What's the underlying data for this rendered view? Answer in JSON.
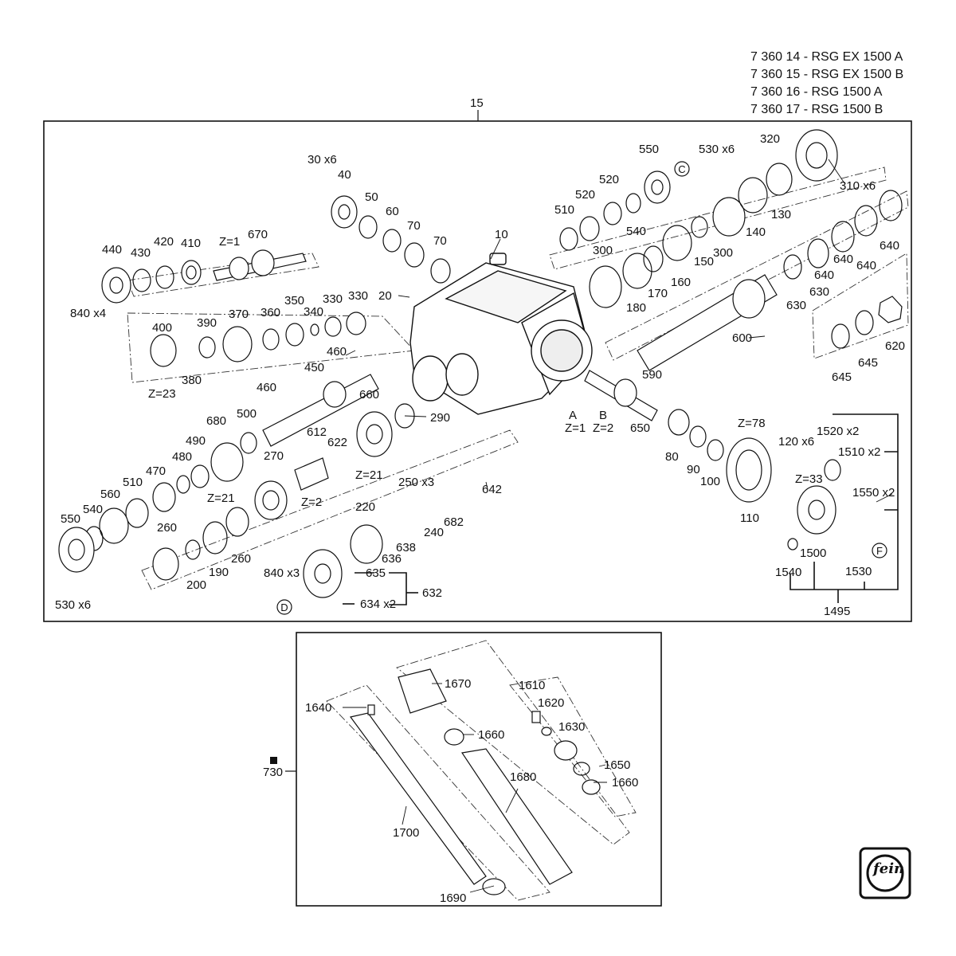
{
  "models": [
    "7 360 14 - RSG EX 1500 A",
    "7 360 15 - RSG EX 1500 B",
    "7 360 16 - RSG 1500 A",
    "7 360 17 - RSG 1500 B"
  ],
  "main_box_label": "15",
  "inset_label": "730",
  "logo_text": "fein",
  "callouts_main": [
    "30 x6",
    "40",
    "50",
    "60",
    "70",
    "70",
    "10",
    "20",
    "440",
    "430",
    "420",
    "410",
    "Z=1",
    "670",
    "840 x4",
    "400",
    "390",
    "370",
    "360",
    "350",
    "340",
    "330",
    "330",
    "380",
    "Z=23",
    "460",
    "460",
    "450",
    "680",
    "500",
    "490",
    "480",
    "470",
    "510",
    "560",
    "540",
    "550",
    "530 x6",
    "Z=21",
    "270",
    "Z=2",
    "612",
    "622",
    "660",
    "Z=21",
    "290",
    "260",
    "260",
    "200",
    "190",
    "220",
    "250 x3",
    "240",
    "682",
    "642",
    "636",
    "638",
    "635",
    "634 x2",
    "632",
    "840 x3",
    "550",
    "530 x6",
    "320",
    "520",
    "520",
    "510",
    "540",
    "300",
    "300",
    "180",
    "170",
    "160",
    "150",
    "140",
    "130",
    "310 x6",
    "640",
    "640",
    "640",
    "640",
    "630",
    "630",
    "600",
    "590",
    "620",
    "645",
    "645",
    "A",
    "Z=1",
    "B",
    "Z=2",
    "650",
    "80",
    "90",
    "100",
    "Z=78",
    "110",
    "120 x6",
    "1520 x2",
    "1510 x2",
    "Z=33",
    "1550 x2",
    "1500",
    "1540",
    "1530",
    "1495"
  ],
  "reference_letters": [
    "C",
    "D",
    "F"
  ],
  "callouts_inset": [
    "1640",
    "1700",
    "1690",
    "1670",
    "1660",
    "1680",
    "1610",
    "1620",
    "1630",
    "1650",
    "1660"
  ]
}
